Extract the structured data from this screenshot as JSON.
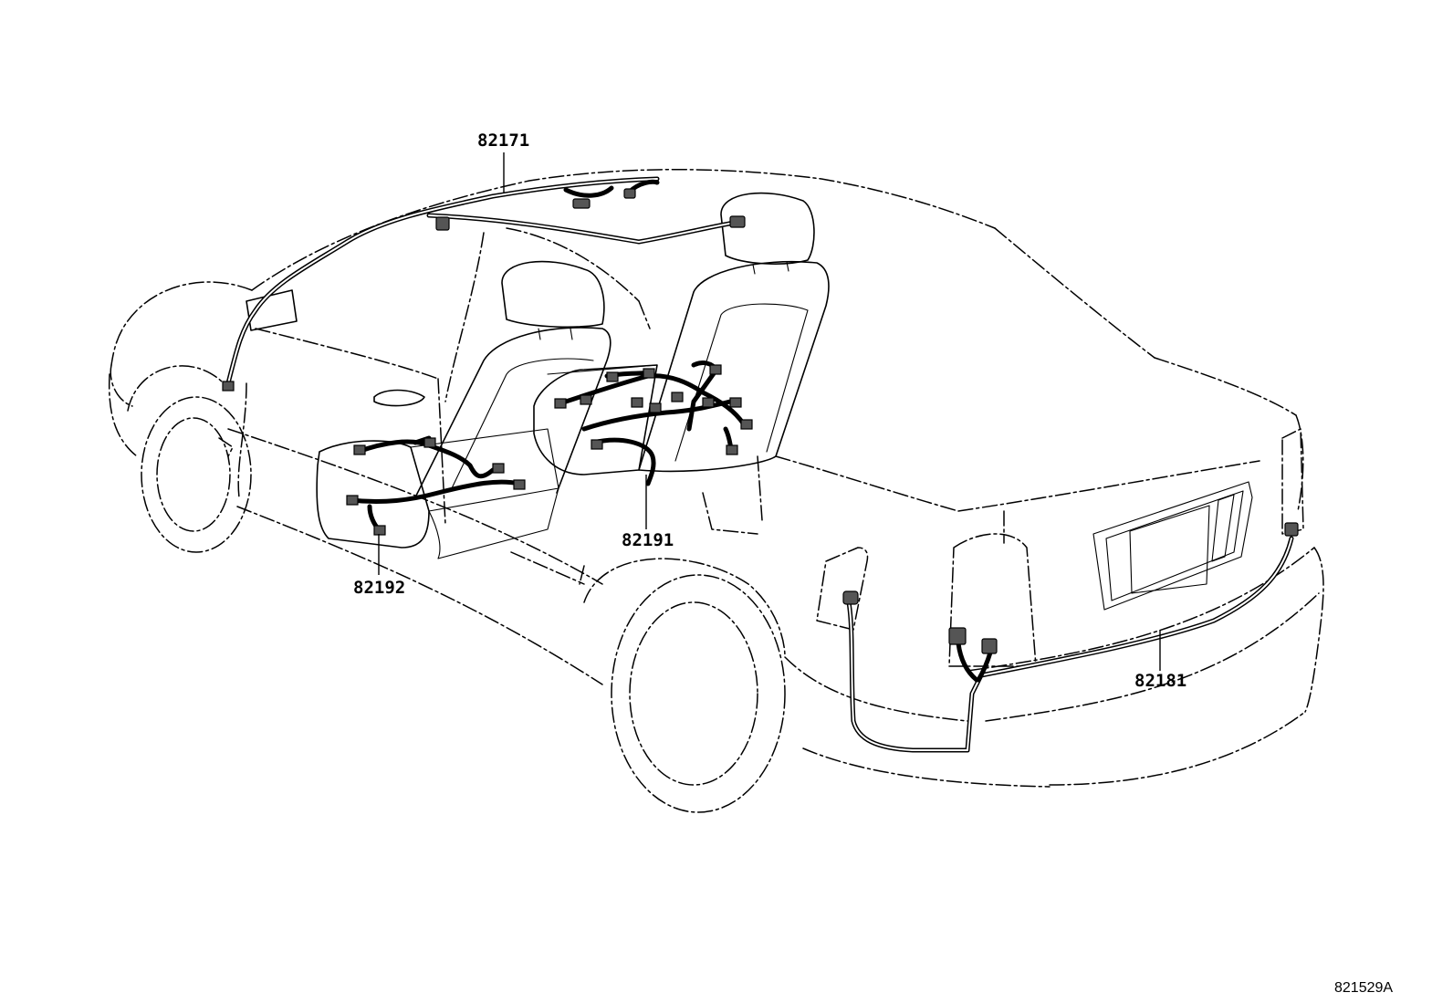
{
  "figure_id": "821529A",
  "callouts": [
    {
      "id": "82171",
      "part": "roof-wire"
    },
    {
      "id": "82191",
      "part": "front-seat-wire"
    },
    {
      "id": "82192",
      "part": "rear-seat-wire"
    },
    {
      "id": "82181",
      "part": "rear-wire"
    }
  ]
}
